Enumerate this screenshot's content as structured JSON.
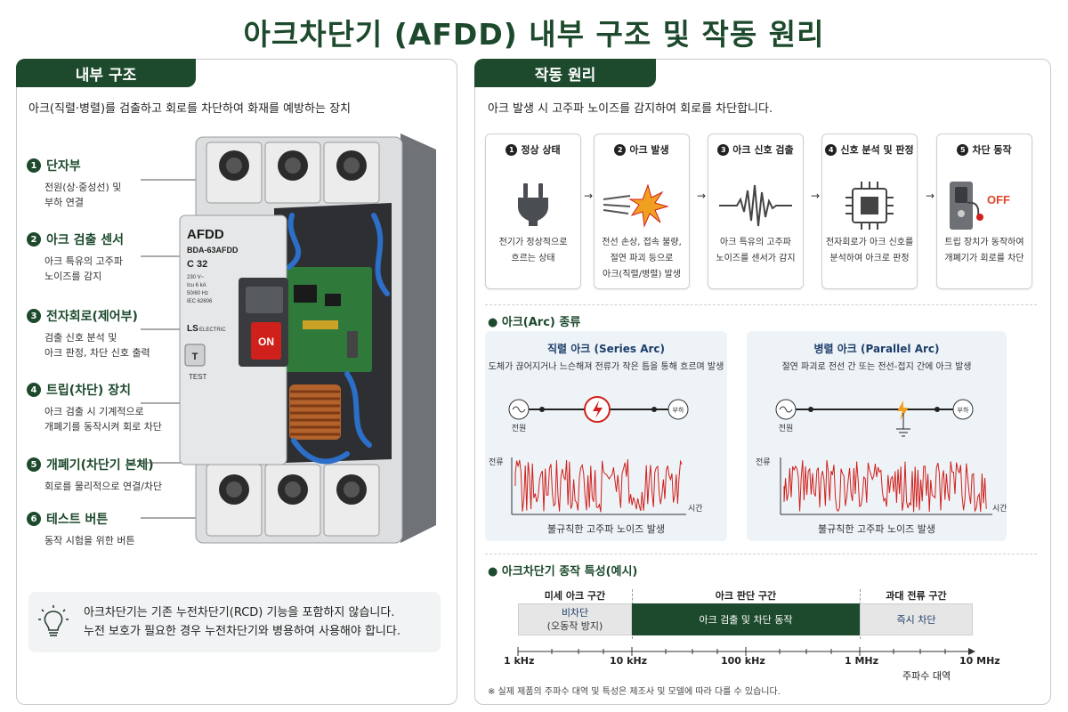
{
  "title": "아크차단기 (AFDD) 내부 구조 및 작동 원리",
  "left": {
    "tab": "내부 구조",
    "lead": "아크(직렬·병렬)를 검출하고 회로를 차단하여 화재를 예방하는 장치",
    "components": [
      {
        "num": "1",
        "title": "단자부",
        "desc": "전원(상·중성선) 및\n부하 연결"
      },
      {
        "num": "2",
        "title": "아크 검출 센서",
        "desc": "아크 특유의 고주파\n노이즈를 감지"
      },
      {
        "num": "3",
        "title": "전자회로(제어부)",
        "desc": "검출 신호 분석 및\n아크 판정, 차단 신호 출력"
      },
      {
        "num": "4",
        "title": "트립(차단) 장치",
        "desc": "아크 검출 시 기계적으로\n개폐기를 동작시켜 회로 차단"
      },
      {
        "num": "5",
        "title": "개폐기(차단기 본체)",
        "desc": "회로를 물리적으로 연결/차단"
      },
      {
        "num": "6",
        "title": "테스트 버튼",
        "desc": "동작 시험을 위한 버튼"
      }
    ],
    "device": {
      "name": "AFDD",
      "model": "BDA-63AFDD",
      "rating": "C 32",
      "spec1": "230 V~",
      "spec2": "Icu 6 kA",
      "spec3": "50/60 Hz",
      "spec4": "IEC 62606",
      "brand": "LS",
      "brand_sub": "ELECTRIC",
      "on_label": "ON",
      "test_key": "T",
      "test_label": "TEST"
    },
    "note": {
      "line1": "아크차단기는 기존 누전차단기(RCD) 기능을 포함하지 않습니다.",
      "line2": "누전 보호가 필요한 경우 누전차단기와 병용하여 사용해야 합니다."
    }
  },
  "right": {
    "tab": "작동 원리",
    "lead": "아크 발생 시 고주파 노이즈를 감지하여 회로를 차단합니다.",
    "steps": [
      {
        "num": "1",
        "title": "정상 상태",
        "desc": "전기가 정상적으로\n흐르는 상태",
        "icon": "plug-icon"
      },
      {
        "num": "2",
        "title": "아크 발생",
        "desc": "전선 손상, 접속 불량,\n절연 파괴 등으로\n아크(직렬/병렬) 발생",
        "icon": "spark-icon"
      },
      {
        "num": "3",
        "title": "아크 신호 검출",
        "desc": "아크 특유의 고주파\n노이즈를 센서가 감지",
        "icon": "waveform-icon"
      },
      {
        "num": "4",
        "title": "신호 분석 및 판정",
        "desc": "전자회로가 아크 신호를\n분석하여 아크로 판정",
        "icon": "chip-icon"
      },
      {
        "num": "5",
        "title": "차단 동작",
        "desc": "트립 장치가 동작하여\n개폐기가 회로를 차단",
        "icon": "switch-off-icon",
        "off_label": "OFF"
      }
    ],
    "arc_section": "아크(Arc) 종류",
    "arc_types": [
      {
        "title": "직렬 아크 (Series Arc)",
        "desc": "도체가 끊어지거나 느슨해져 전류가 작은 틈을 통해 흐르며 발생",
        "source": "전원",
        "load": "부하",
        "ylabel": "전류",
        "xlabel": "시간",
        "caption": "불규칙한 고주파 노이즈 발생"
      },
      {
        "title": "병렬 아크 (Parallel Arc)",
        "desc": "절연 파괴로 전선 간 또는 전선-접지 간에 아크 발생",
        "source": "전원",
        "load": "부하",
        "ylabel": "전류",
        "xlabel": "시간",
        "caption": "불규칙한 고주파 노이즈 발생"
      }
    ],
    "freq_section": "아크차단기 종작 특성(예시)",
    "freq": {
      "ranges": [
        "미세 아크 구간",
        "아크 판단 구간",
        "과대 전류 구간"
      ],
      "bar1_l1": "비차단",
      "bar1_l2": "(오동작 방지)",
      "bar2": "아크 검출 및 차단 동작",
      "bar3": "즉시 차단",
      "ticks": [
        "1 kHz",
        "10 kHz",
        "100 kHz",
        "1 MHz",
        "10 MHz"
      ],
      "axis_label": "주파수 대역"
    },
    "footnote": "※ 실제 제품의 주파수 대역 및 특성은 제조사 및 모델에 따라 다를 수 있습니다."
  },
  "colors": {
    "brand_green": "#1d4a2c",
    "arc_red": "#d0201b",
    "spark_orange": "#f0a020",
    "arc_panel": "#eef3f8"
  }
}
